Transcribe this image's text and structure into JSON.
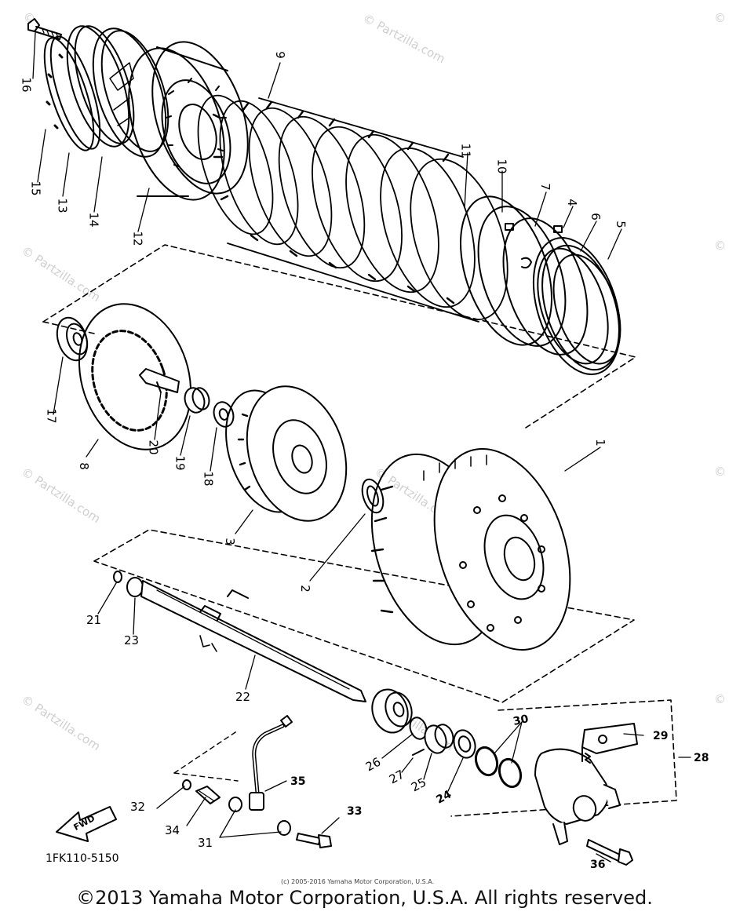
{
  "watermarks": {
    "top_right": "© Partzilla.com",
    "upper_left": "© Partzilla.com",
    "mid_left": "© Partzilla.com",
    "mid_center": "© Partzilla.com",
    "lower_left": "© Partzilla.com",
    "lower_center": "© Partzilla.com",
    "right_edge_1": "©",
    "right_edge_2": "©",
    "right_edge_3": "©",
    "right_edge_4": "©",
    "left_edge_1": "©",
    "left_edge_2": "©",
    "top_left_edge": "©"
  },
  "callouts": [
    "1",
    "2",
    "3",
    "4",
    "5",
    "6",
    "7",
    "8",
    "9",
    "10",
    "11",
    "12",
    "13",
    "14",
    "15",
    "16",
    "17",
    "18",
    "19",
    "20",
    "21",
    "22",
    "23",
    "24",
    "25",
    "26",
    "27",
    "28",
    "29",
    "30",
    "31",
    "32",
    "33",
    "34",
    "35",
    "36"
  ],
  "fwd_arrow_label": "FWD",
  "diagram_code": "1FK110-5150",
  "small_copyright": "(c) 2005-2016 Yamaha Motor Corporation, U.S.A.",
  "main_copyright": "©2013 Yamaha Motor Corporation, U.S.A. All rights reserved."
}
